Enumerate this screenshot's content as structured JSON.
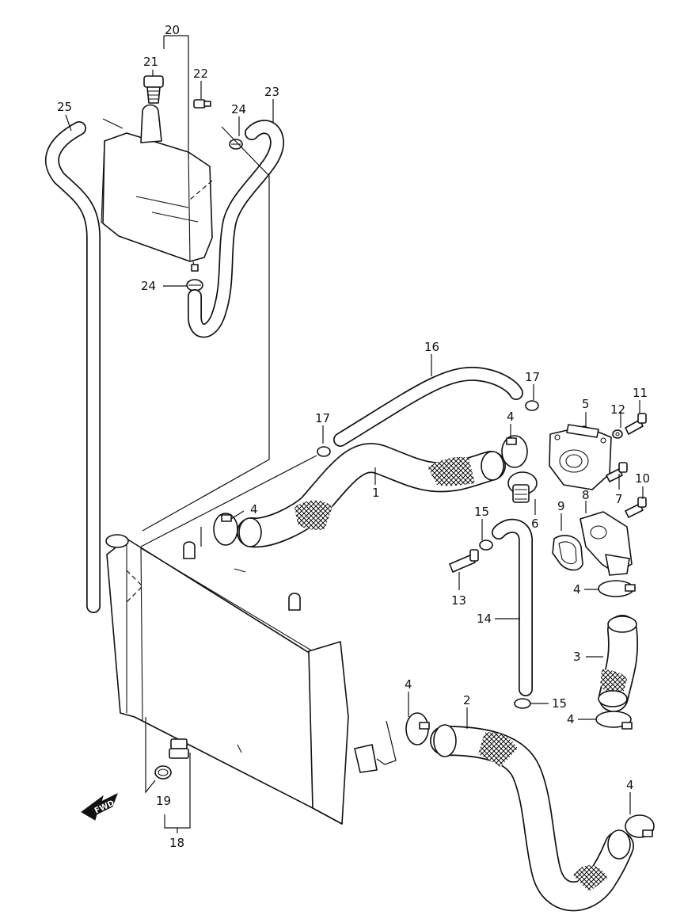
{
  "diagram": {
    "callouts": [
      {
        "id": "c1",
        "text": "1"
      },
      {
        "id": "c2",
        "text": "2"
      },
      {
        "id": "c3",
        "text": "3"
      },
      {
        "id": "c4a",
        "text": "4"
      },
      {
        "id": "c4b",
        "text": "4"
      },
      {
        "id": "c4c",
        "text": "4"
      },
      {
        "id": "c4d",
        "text": "4"
      },
      {
        "id": "c4e",
        "text": "4"
      },
      {
        "id": "c4f",
        "text": "4"
      },
      {
        "id": "c5",
        "text": "5"
      },
      {
        "id": "c6",
        "text": "6"
      },
      {
        "id": "c7",
        "text": "7"
      },
      {
        "id": "c8",
        "text": "8"
      },
      {
        "id": "c9",
        "text": "9"
      },
      {
        "id": "c10",
        "text": "10"
      },
      {
        "id": "c11",
        "text": "11"
      },
      {
        "id": "c12",
        "text": "12"
      },
      {
        "id": "c13",
        "text": "13"
      },
      {
        "id": "c14",
        "text": "14"
      },
      {
        "id": "c15a",
        "text": "15"
      },
      {
        "id": "c15b",
        "text": "15"
      },
      {
        "id": "c16",
        "text": "16"
      },
      {
        "id": "c17a",
        "text": "17"
      },
      {
        "id": "c17b",
        "text": "17"
      },
      {
        "id": "c18",
        "text": "18"
      },
      {
        "id": "c19",
        "text": "19"
      },
      {
        "id": "c20",
        "text": "20"
      },
      {
        "id": "c21",
        "text": "21"
      },
      {
        "id": "c22",
        "text": "22"
      },
      {
        "id": "c23",
        "text": "23"
      },
      {
        "id": "c24a",
        "text": "24"
      },
      {
        "id": "c24b",
        "text": "24"
      },
      {
        "id": "c25",
        "text": "25"
      }
    ],
    "direction_marker": {
      "text": "FWD",
      "icon": "forward-arrow-icon"
    },
    "line_color": "#111111",
    "background": "#ffffff"
  }
}
